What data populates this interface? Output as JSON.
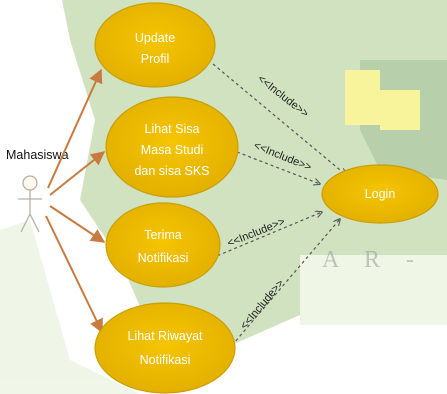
{
  "actor": {
    "name": "Mahasiswa"
  },
  "use_cases": [
    {
      "id": "update",
      "lines": [
        "Update",
        "Profil"
      ]
    },
    {
      "id": "lihat-sisa",
      "lines": [
        "Lihat Sisa",
        "Masa Studi",
        "dan sisa SKS"
      ]
    },
    {
      "id": "terima",
      "lines": [
        "Terima",
        "Notifikasi"
      ]
    },
    {
      "id": "riwayat",
      "lines": [
        "Lihat Riwayat",
        "Notifikasi"
      ]
    },
    {
      "id": "login",
      "lines": [
        "Login"
      ]
    }
  ],
  "include_label": "<<Include>>",
  "watermark": {
    "letters": "A R -"
  },
  "colors": {
    "usecase_fill": "#f1bf00",
    "usecase_stroke": "#c8a000",
    "association": "#c87a3f",
    "watermark_green": "#aacb8c",
    "watermark_yellow": "#f3ec4a"
  }
}
